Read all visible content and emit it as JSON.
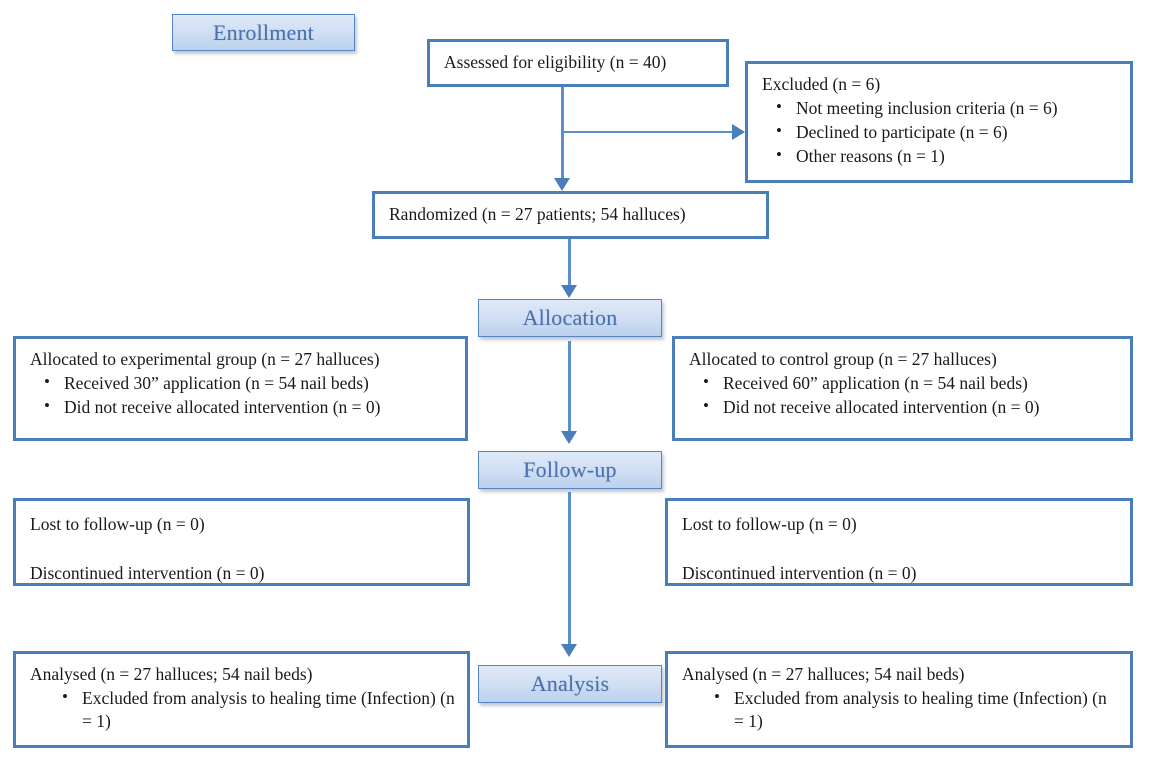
{
  "diagram": {
    "type": "consort-flow-diagram",
    "title": "CONSORT participant flow diagram",
    "accent_border_color": "#4a7ebb",
    "connector_color": "#5b8fcb",
    "stage_label_text_color": "#4a70ad",
    "stage_label_gradient_top": "#dfe9f7",
    "stage_label_gradient_bottom": "#bcd1ec",
    "background_color": "#ffffff"
  },
  "stages": {
    "enrollment": "Enrollment",
    "allocation": "Allocation",
    "followup": "Follow-up",
    "analysis": "Analysis"
  },
  "boxes": {
    "assessed": {
      "headline": "Assessed for eligibility (n = 40)"
    },
    "excluded": {
      "headline": "Excluded (n = 6)",
      "items": [
        "Not meeting inclusion criteria (n = 6)",
        "Declined to participate (n = 6)",
        "Other reasons (n = 1)"
      ]
    },
    "randomized": {
      "headline": "Randomized (n = 27 patients; 54 halluces)"
    },
    "allocated_experimental": {
      "headline": "Allocated to experimental group (n = 27 halluces)",
      "items": [
        "Received 30” application (n = 54 nail beds)",
        "Did not receive allocated intervention (n = 0)"
      ]
    },
    "allocated_control": {
      "headline": "Allocated to control group (n = 27 halluces)",
      "items": [
        "Received 60” application (n = 54 nail beds)",
        "Did not receive allocated intervention (n = 0)"
      ]
    },
    "followup_left": {
      "lines": [
        "Lost to follow-up (n = 0)",
        "Discontinued intervention (n = 0)"
      ]
    },
    "followup_right": {
      "lines": [
        "Lost to follow-up (n = 0)",
        "Discontinued intervention (n = 0)"
      ]
    },
    "analysed_left": {
      "headline": "Analysed (n = 27 halluces; 54 nail beds)",
      "items": [
        "Excluded from analysis to healing time (Infection) (n = 1)"
      ]
    },
    "analysed_right": {
      "headline": "Analysed (n = 27 halluces; 54 nail beds)",
      "items": [
        "Excluded from analysis to healing time (Infection) (n = 1)"
      ]
    }
  }
}
